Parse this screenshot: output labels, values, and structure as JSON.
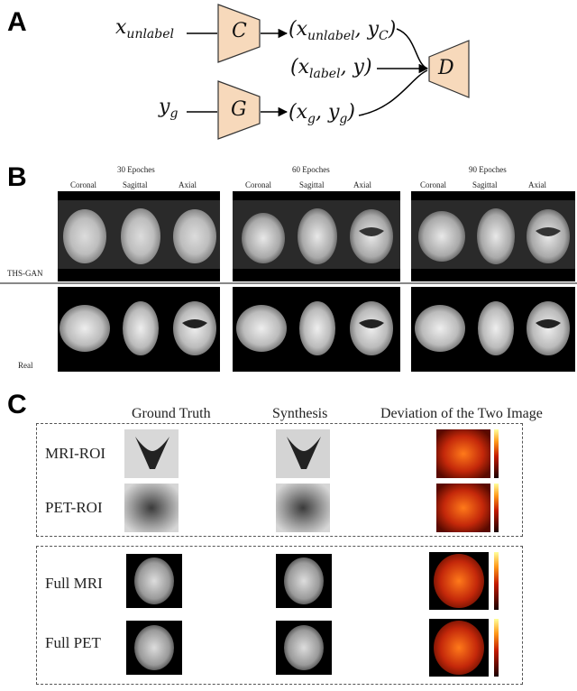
{
  "panels": {
    "a": "A",
    "b": "B",
    "c": "C"
  },
  "diagram_a": {
    "x_unlabel": "x",
    "x_unlabel_sub": "unlabel",
    "y_g": "y",
    "y_g_sub": "g",
    "block_c": "C",
    "block_g": "G",
    "block_d": "D",
    "out_c": "(x",
    "out_c_sub": "unlabel",
    "out_c_mid": ", y",
    "out_c_sub2": "C",
    "out_c_end": ")",
    "label_pair": "(x",
    "label_pair_sub": "label",
    "label_pair_end": ", y)",
    "out_g": "(x",
    "out_g_sub": "g",
    "out_g_mid": ", y",
    "out_g_sub2": "g",
    "out_g_end": ")"
  },
  "panel_b": {
    "epochs": [
      "30 Epoches",
      "60 Epoches",
      "90 Epoches"
    ],
    "views": [
      "Coronal",
      "Sagittal",
      "Axial"
    ],
    "row_labels": [
      "THS-GAN",
      "Real"
    ]
  },
  "panel_c": {
    "headers": [
      "Ground Truth",
      "Synthesis",
      "Deviation of the Two Image"
    ],
    "rows_top": [
      "MRI-ROI",
      "PET-ROI"
    ],
    "rows_bottom": [
      "Full MRI",
      "Full PET"
    ]
  }
}
